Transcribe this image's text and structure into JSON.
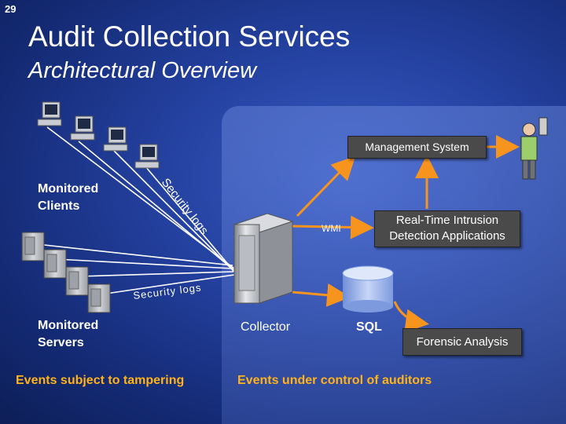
{
  "slide_number": "29",
  "title": "Audit Collection Services",
  "subtitle": "Architectural Overview",
  "labels": {
    "monitored_clients": [
      "Monitored",
      "Clients"
    ],
    "monitored_servers": [
      "Monitored",
      "Servers"
    ],
    "collector": "Collector",
    "sql": "SQL",
    "wmi": "WMI",
    "security_logs_upper": "Security logs",
    "security_logs_lower": "Security logs"
  },
  "boxes": {
    "management_system": "Management System",
    "realtime_intrusion": [
      "Real-Time Intrusion",
      "Detection Applications"
    ],
    "forensic_analysis": "Forensic Analysis"
  },
  "footer": {
    "left": "Events subject to tampering",
    "right": "Events under control of auditors"
  },
  "colors": {
    "arrow": "#f7941d",
    "footer_text": "#ffb21a",
    "box_fill": "#4a4a4a"
  }
}
